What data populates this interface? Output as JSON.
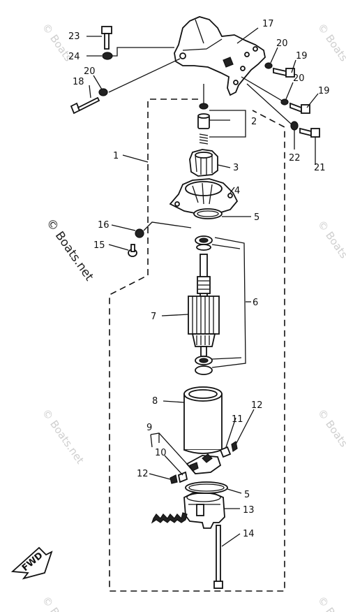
{
  "watermarks": {
    "main": "© Boats.net",
    "edge": "© Boats"
  },
  "callouts": [
    {
      "id": "23",
      "text": "23"
    },
    {
      "id": "24",
      "text": "24"
    },
    {
      "id": "20a",
      "text": "20"
    },
    {
      "id": "18",
      "text": "18"
    },
    {
      "id": "17",
      "text": "17"
    },
    {
      "id": "20b",
      "text": "20"
    },
    {
      "id": "19a",
      "text": "19"
    },
    {
      "id": "20c",
      "text": "20"
    },
    {
      "id": "19b",
      "text": "19"
    },
    {
      "id": "2",
      "text": "2"
    },
    {
      "id": "22",
      "text": "22"
    },
    {
      "id": "21",
      "text": "21"
    },
    {
      "id": "1",
      "text": "1"
    },
    {
      "id": "3",
      "text": "3"
    },
    {
      "id": "4",
      "text": "4"
    },
    {
      "id": "5a",
      "text": "5"
    },
    {
      "id": "16",
      "text": "16"
    },
    {
      "id": "15",
      "text": "15"
    },
    {
      "id": "6",
      "text": "6"
    },
    {
      "id": "7",
      "text": "7"
    },
    {
      "id": "8",
      "text": "8"
    },
    {
      "id": "12a",
      "text": "12"
    },
    {
      "id": "11",
      "text": "11"
    },
    {
      "id": "9",
      "text": "9"
    },
    {
      "id": "10",
      "text": "10"
    },
    {
      "id": "12b",
      "text": "12"
    },
    {
      "id": "5b",
      "text": "5"
    },
    {
      "id": "13",
      "text": "13"
    },
    {
      "id": "14",
      "text": "14"
    }
  ],
  "fwd_marker": "FWD"
}
